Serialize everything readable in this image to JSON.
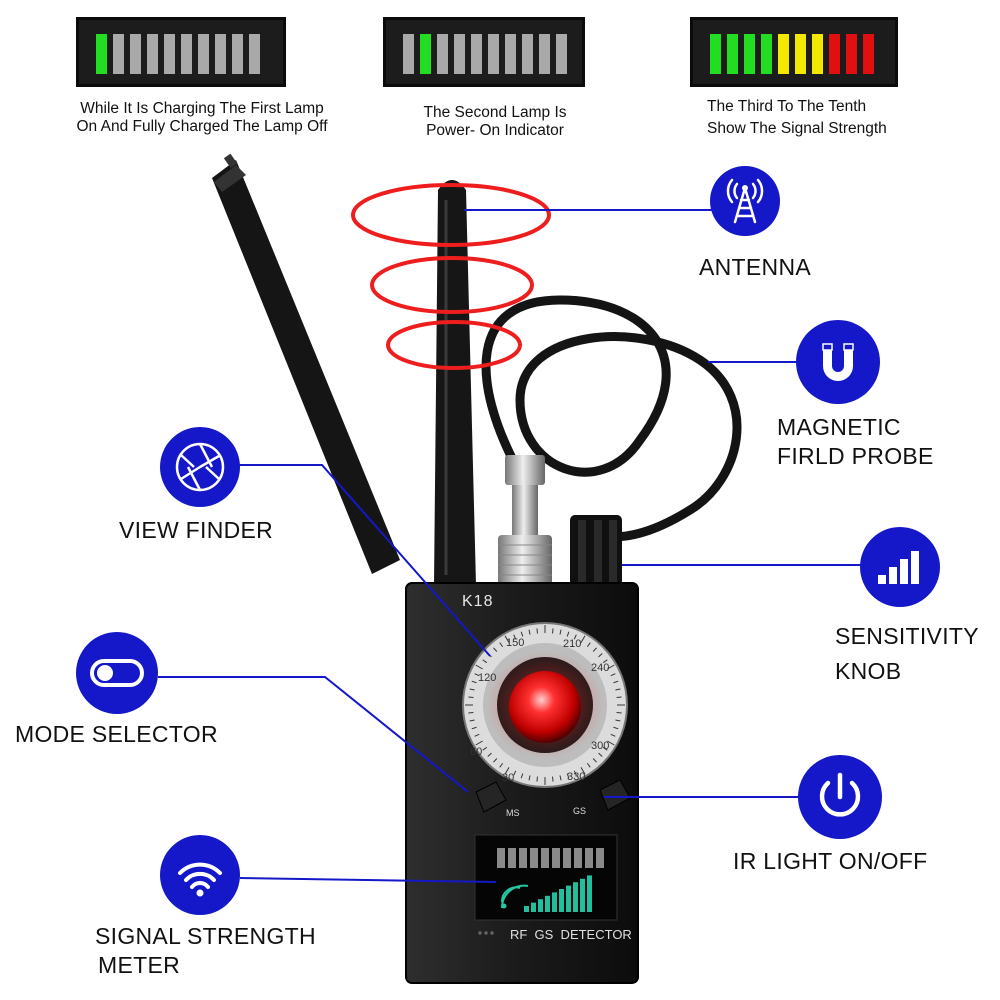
{
  "indicators": [
    {
      "caption_line1": "While It Is Charging The First Lamp",
      "caption_line2": "On And Fully Charged The Lamp Off",
      "lit": 1
    },
    {
      "caption_line1": "The Second Lamp Is",
      "caption_line2": "Power- On Indicator",
      "lit": 2
    },
    {
      "caption_line1": "The Third To The Tenth",
      "caption_line2": "Show The Signal Strength",
      "lit": 10
    }
  ],
  "led_colors": {
    "green": "#22dd22",
    "yellow": "#f2e800",
    "red": "#e01010",
    "off": "#a9a9a9"
  },
  "labels": {
    "antenna": "ANTENNA",
    "magnetic_line1": "MAGNETIC",
    "magnetic_line2": "FIRLD PROBE",
    "view_finder": "VIEW FINDER",
    "sensitivity_line1": "SENSITIVITY",
    "sensitivity_line2": "KNOB",
    "mode_selector": "MODE SELECTOR",
    "ir_light": "IR LIGHT ON/OFF",
    "signal_line1": "SIGNAL STRENGTH",
    "signal_line2": "METER"
  },
  "device": {
    "model": "K18",
    "dial_numbers": [
      "150",
      "210",
      "240",
      "120",
      "60",
      "300",
      "30",
      "330"
    ],
    "ms": "MS",
    "gs": "GS",
    "footer": "RF  GS  DETECTOR"
  },
  "icons": [
    "antenna-icon",
    "magnet-icon",
    "aperture-icon",
    "signal-bars-icon",
    "toggle-icon",
    "power-icon",
    "wifi-icon"
  ],
  "accent_color": "#1418c8"
}
